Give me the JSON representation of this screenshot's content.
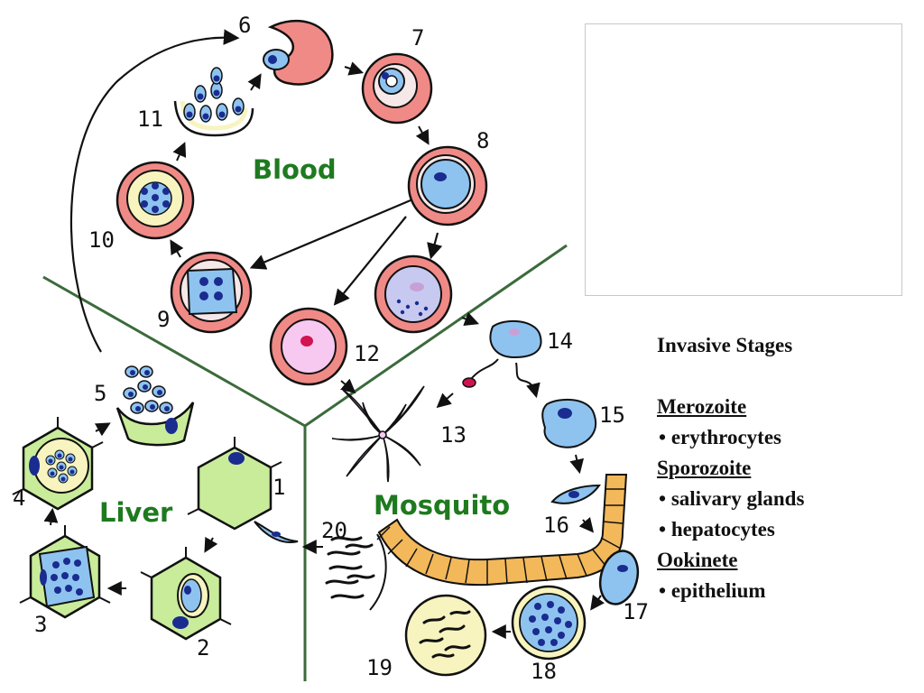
{
  "regions": {
    "blood": "Blood",
    "liver": "Liver",
    "mosquito": "Mosquito"
  },
  "stage_numbers": [
    "1",
    "2",
    "3",
    "4",
    "5",
    "6",
    "7",
    "8",
    "9",
    "10",
    "11",
    "12",
    "13",
    "14",
    "15",
    "16",
    "17",
    "18",
    "19",
    "20"
  ],
  "legend": {
    "heading": "Invasive Stages",
    "groups": [
      {
        "title": "Merozoite",
        "items": [
          "erythrocytes"
        ]
      },
      {
        "title": "Sporozoite",
        "items": [
          "salivary glands",
          "hepatocytes"
        ]
      },
      {
        "title": "Ookinete",
        "items": [
          "epithelium"
        ]
      }
    ]
  },
  "colors": {
    "rbc": "#f08a86",
    "rbc_inner": "#f6e8e8",
    "parasite": "#8ec3f0",
    "nucleus": "#1a2c8f",
    "liver_cell": "#c8ec9a",
    "cyst_wall": "#f7f4c0",
    "midgut": "#f2b85a",
    "divider": "#3b6b3b",
    "label_green": "#1e7a1e",
    "gametocyte": "#f7c8f0",
    "spoke": "#c9a0d6"
  }
}
